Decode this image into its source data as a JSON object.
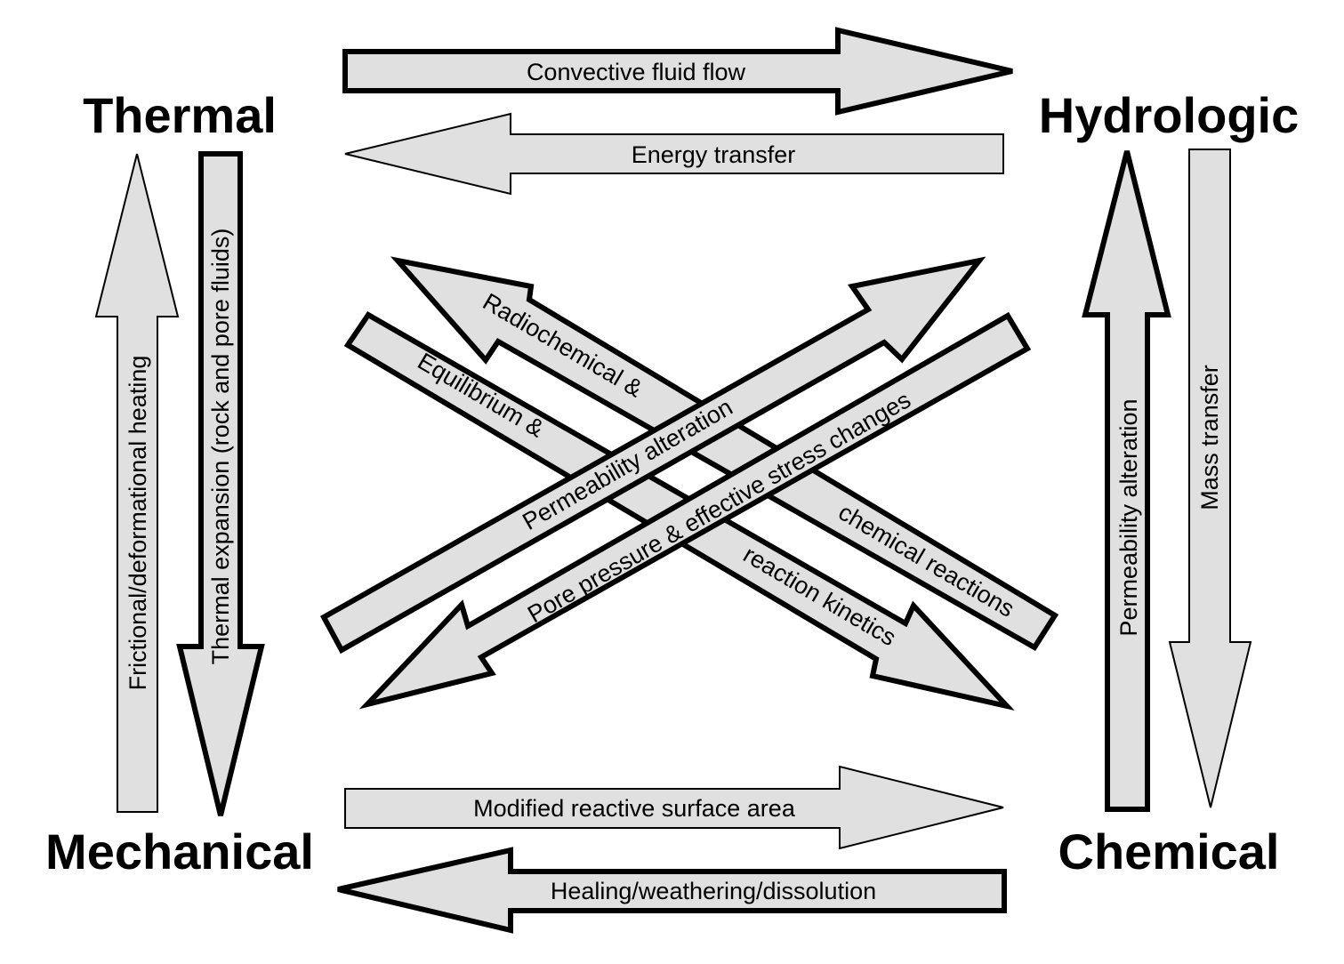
{
  "nodes": {
    "thermal": "Thermal",
    "hydrologic": "Hydrologic",
    "mechanical": "Mechanical",
    "chemical": "Chemical"
  },
  "arrows": {
    "convective": "Convective fluid flow",
    "energy": "Energy transfer",
    "frictional": "Frictional/deformational heating",
    "thermal_expansion": "Thermal expansion (rock and pore fluids)",
    "permeability_chem_hydro": "Permeability alteration",
    "mass_transfer": "Mass transfer",
    "modified_surface": "Modified reactive surface area",
    "healing": "Healing/weathering/dissolution",
    "radiochemical_1": "Radiochemical &",
    "radiochemical_2": "chemical reactions",
    "equilibrium_1": "Equilibrium &",
    "equilibrium_2": "reaction kinetics",
    "permeability_mech_hydro": "Permeability alteration",
    "pore_pressure": "Pore pressure & effective stress changes"
  },
  "colors": {
    "arrow_fill": "#e0e0e0",
    "stroke": "#000000"
  }
}
